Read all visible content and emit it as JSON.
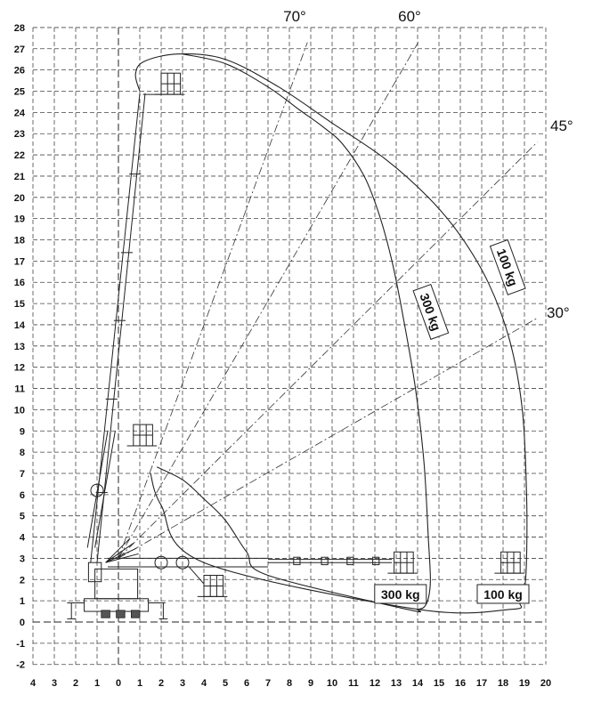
{
  "chart_data": {
    "type": "line",
    "title": "",
    "xlabel": "",
    "ylabel": "",
    "x_ticks": [
      "4",
      "3",
      "2",
      "1",
      "0",
      "1",
      "2",
      "3",
      "4",
      "5",
      "6",
      "7",
      "8",
      "9",
      "10",
      "11",
      "12",
      "13",
      "14",
      "15",
      "16",
      "17",
      "18",
      "19",
      "20"
    ],
    "x_tick_values": [
      -4,
      -3,
      -2,
      -1,
      0,
      1,
      2,
      3,
      4,
      5,
      6,
      7,
      8,
      9,
      10,
      11,
      12,
      13,
      14,
      15,
      16,
      17,
      18,
      19,
      20
    ],
    "y_ticks": [
      "-2",
      "-1",
      "0",
      "1",
      "2",
      "3",
      "4",
      "5",
      "6",
      "7",
      "8",
      "9",
      "10",
      "11",
      "12",
      "13",
      "14",
      "15",
      "16",
      "17",
      "18",
      "19",
      "20",
      "21",
      "22",
      "23",
      "24",
      "25",
      "26",
      "27",
      "28"
    ],
    "y_tick_values": [
      -2,
      -1,
      0,
      1,
      2,
      3,
      4,
      5,
      6,
      7,
      8,
      9,
      10,
      11,
      12,
      13,
      14,
      15,
      16,
      17,
      18,
      19,
      20,
      21,
      22,
      23,
      24,
      25,
      26,
      27,
      28
    ],
    "xlim": [
      -4,
      20
    ],
    "ylim": [
      -2,
      28
    ],
    "grid": true,
    "series": [
      {
        "name": "100 kg",
        "x": [
          1.0,
          0.8,
          1.2,
          2.8,
          5.0,
          7.5,
          10.0,
          12.5,
          14.5,
          16.0,
          17.3,
          18.3,
          18.9,
          19.1,
          19.1,
          19.0,
          18.8,
          18.4,
          14.0,
          4.0,
          2.0,
          1.5
        ],
        "y": [
          25.0,
          25.8,
          26.4,
          26.75,
          26.5,
          25.2,
          23.5,
          21.8,
          20.0,
          18.2,
          16.0,
          13.3,
          10.0,
          6.0,
          3.0,
          1.5,
          0.9,
          0.6,
          0.6,
          2.8,
          5.5,
          7.0
        ]
      },
      {
        "name": "300 kg",
        "x": [
          3.0,
          5.0,
          7.0,
          8.5,
          9.6,
          10.5,
          11.5,
          12.2,
          12.8,
          13.3,
          13.9,
          14.3,
          14.5,
          14.6,
          14.5,
          14.3,
          14.0,
          13.5,
          7.0,
          6.0,
          5.0,
          4.0,
          3.0,
          1.8
        ],
        "y": [
          26.75,
          26.3,
          25.2,
          24.1,
          23.3,
          22.5,
          21.0,
          19.2,
          17.0,
          14.5,
          11.0,
          7.5,
          4.0,
          2.0,
          1.1,
          0.7,
          0.6,
          0.6,
          2.2,
          3.3,
          4.8,
          5.8,
          6.7,
          7.3
        ]
      }
    ],
    "angle_lines": [
      {
        "label": "70°",
        "angle_deg": 70
      },
      {
        "label": "60°",
        "angle_deg": 60
      },
      {
        "label": "45°",
        "angle_deg": 45
      },
      {
        "label": "30°",
        "angle_deg": 30
      }
    ],
    "angle_origin": [
      0,
      3
    ],
    "annotations": [
      {
        "text": "100 kg",
        "x": 18.2,
        "y": 16.7,
        "rotation_deg": 70
      },
      {
        "text": "300 kg",
        "x": 14.6,
        "y": 14.6,
        "rotation_deg": 70
      },
      {
        "text": "300 kg",
        "x": 13.2,
        "y": 1.3,
        "rotation_deg": 0
      },
      {
        "text": "100 kg",
        "x": 18.0,
        "y": 1.3,
        "rotation_deg": 0
      }
    ],
    "colors": {
      "line": "#222222",
      "grid": "#444444",
      "background": "#ffffff"
    }
  }
}
